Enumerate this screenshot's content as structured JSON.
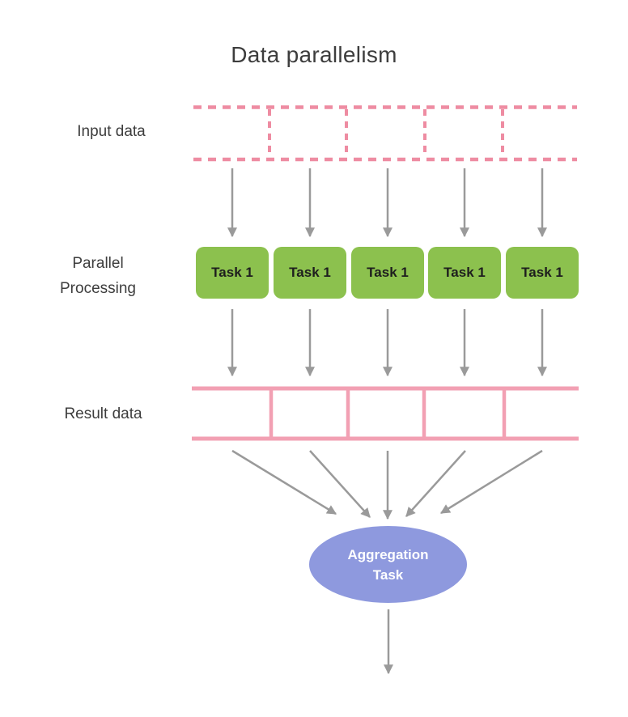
{
  "title": "Data parallelism",
  "labels": {
    "input": "Input data",
    "parallel_line1": "Parallel",
    "parallel_line2": "Processing",
    "result": "Result data"
  },
  "tasks": [
    {
      "label": "Task 1"
    },
    {
      "label": "Task 1"
    },
    {
      "label": "Task 1"
    },
    {
      "label": "Task 1"
    },
    {
      "label": "Task 1"
    }
  ],
  "aggregation": {
    "line1": "Aggregation",
    "line2": "Task"
  },
  "structure": {
    "input_segments": 5,
    "parallel_tasks": 5,
    "result_segments": 5,
    "flow": "input data -> parallel tasks -> result data -> aggregation task -> output"
  },
  "colors": {
    "input_dashed_pink": "#EE8CA2",
    "result_solid_pink": "#F2A0B3",
    "task_green": "#8CC14E",
    "aggregation_purple": "#8E99DE",
    "arrow_gray": "#9A9A9A",
    "text_dark": "#3D3D3D"
  }
}
